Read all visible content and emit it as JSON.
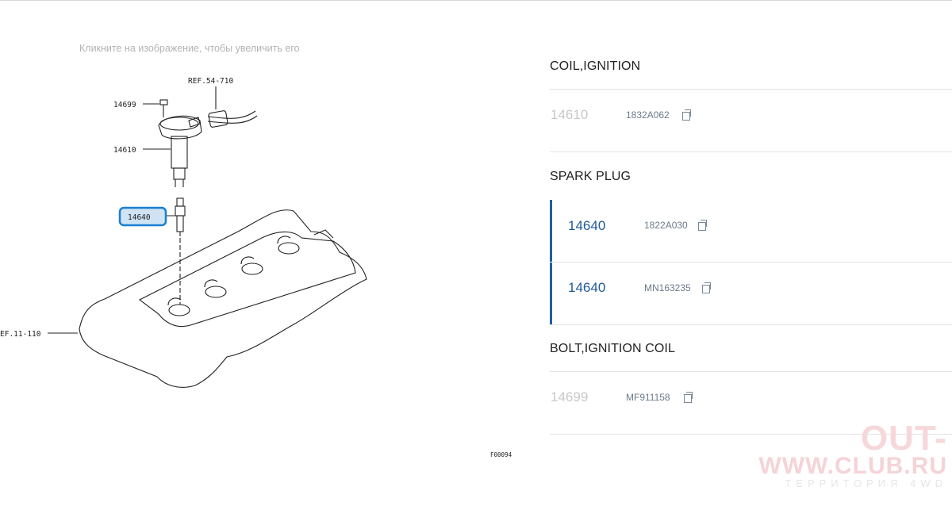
{
  "hint_text": "Кликните на изображение, чтобы увеличить его",
  "diagram": {
    "labels": {
      "ref_top": "REF.54-710",
      "bolt": "14699",
      "coil": "14610",
      "plug": "14640",
      "ref_left": "EF.11-110",
      "figure_code": "F00094"
    },
    "highlight_color": "#1a7fd0"
  },
  "groups": [
    {
      "title": "COIL,IGNITION",
      "items": [
        {
          "number": "14610",
          "code": "1832A062",
          "active": false
        }
      ]
    },
    {
      "title": "SPARK PLUG",
      "items": [
        {
          "number": "14640",
          "code": "1822A030",
          "active": true
        },
        {
          "number": "14640",
          "code": "MN163235",
          "active": true
        }
      ]
    },
    {
      "title": "BOLT,IGNITION COIL",
      "items": [
        {
          "number": "14699",
          "code": "MF911158",
          "active": false
        }
      ]
    }
  ],
  "icons": {
    "copy": "copy-icon"
  },
  "colors": {
    "active_accent": "#1f5fa0",
    "active_number": "#1d5a99",
    "inactive_number": "#c8c8c8"
  },
  "watermark": {
    "line1": "OUT-",
    "line2": "WWW.CLUB.RU",
    "line3": "ТЕРРИТОРИЯ 4WD"
  }
}
